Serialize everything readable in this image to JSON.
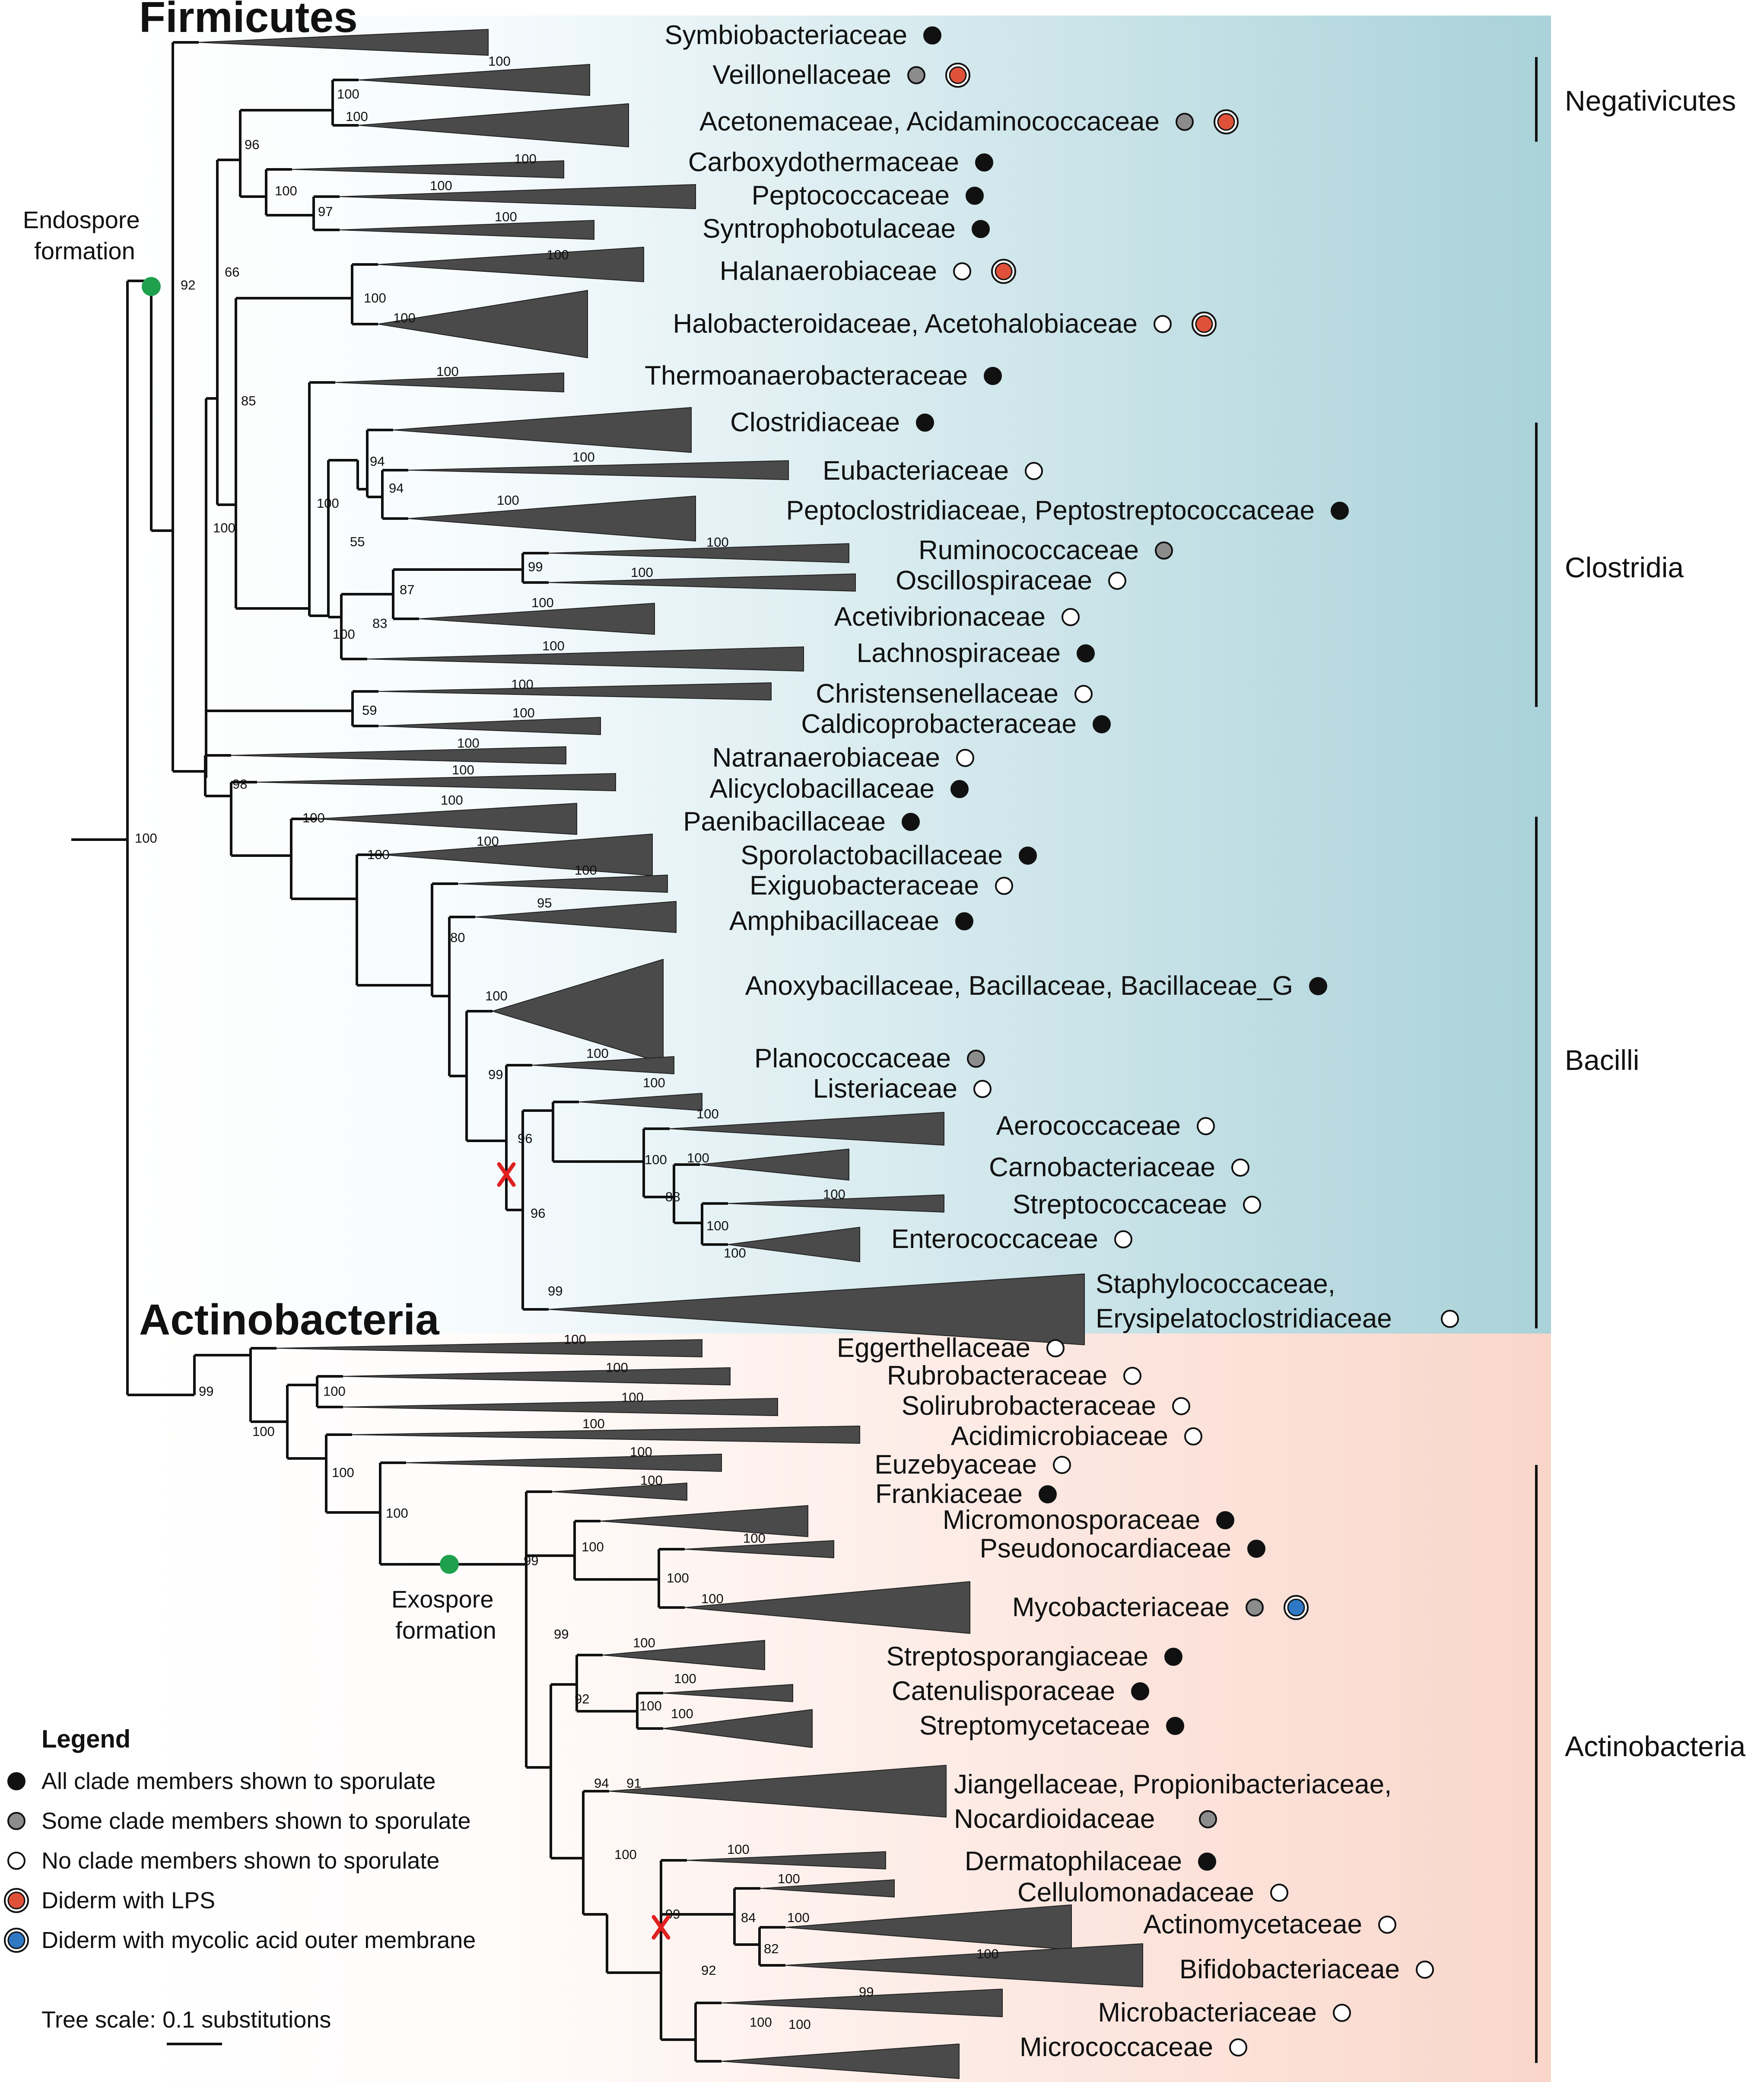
{
  "headings": {
    "firmicutes": "Firmicutes",
    "actinobacteria": "Actinobacteria"
  },
  "notes": {
    "endospore": [
      "Endospore",
      "formation"
    ],
    "exospore": [
      "Exospore",
      "formation"
    ]
  },
  "groups": {
    "negativicutes": "Negativicutes",
    "clostridia": "Clostridia",
    "bacilli": "Bacilli",
    "actinobacteria": "Actinobacteria"
  },
  "colors": {
    "all_sporulate": "#111111",
    "some_sporulate": "#8c8c8c",
    "no_sporulate": "#ffffff",
    "diderm_lps": "#e0513a",
    "diderm_mycolic": "#2f78c4",
    "spore_origin": "#1fa04d",
    "spore_loss": "#e02020",
    "firmicutes_band": "#a9d2d9",
    "actinobacteria_band": "#fadad0",
    "triangle": "#4a4a4a"
  },
  "legend": {
    "title": "Legend",
    "items": [
      {
        "kind": "all",
        "label": "All clade members shown to sporulate"
      },
      {
        "kind": "some",
        "label": "Some clade members shown to sporulate"
      },
      {
        "kind": "none",
        "label": "No clade members shown to sporulate"
      },
      {
        "kind": "lps",
        "label": "Diderm with LPS"
      },
      {
        "kind": "mycolic",
        "label": "Diderm with mycolic acid outer membrane"
      }
    ]
  },
  "scale": {
    "text": "Tree scale: ",
    "value": "0.1",
    "unit": " substitutions"
  },
  "taxa": [
    {
      "id": "symbio",
      "label": [
        "Symbiobacteriaceae"
      ],
      "sporulation": "all",
      "diderm": ""
    },
    {
      "id": "veillo",
      "label": [
        "Veillonellaceae"
      ],
      "sporulation": "some",
      "diderm": "lps"
    },
    {
      "id": "aceton",
      "label": [
        "Acetonemaceae, Acidaminococcaceae"
      ],
      "sporulation": "some",
      "diderm": "lps"
    },
    {
      "id": "carbox",
      "label": [
        "Carboxydothermaceae"
      ],
      "sporulation": "all",
      "diderm": ""
    },
    {
      "id": "peptococ",
      "label": [
        "Peptococcaceae"
      ],
      "sporulation": "all",
      "diderm": ""
    },
    {
      "id": "syntro",
      "label": [
        "Syntrophobotulaceae"
      ],
      "sporulation": "all",
      "diderm": ""
    },
    {
      "id": "halan",
      "label": [
        "Halanaerobiaceae"
      ],
      "sporulation": "none",
      "diderm": "lps"
    },
    {
      "id": "halob",
      "label": [
        "Halobacteroidaceae, Acetohalobiaceae"
      ],
      "sporulation": "none",
      "diderm": "lps"
    },
    {
      "id": "thermo",
      "label": [
        "Thermoanaerobacteraceae"
      ],
      "sporulation": "all",
      "diderm": ""
    },
    {
      "id": "clostr",
      "label": [
        "Clostridiaceae"
      ],
      "sporulation": "all",
      "diderm": ""
    },
    {
      "id": "eubact",
      "label": [
        "Eubacteriaceae"
      ],
      "sporulation": "none",
      "diderm": ""
    },
    {
      "id": "peptocl",
      "label": [
        "Peptoclostridiaceae, Peptostreptococcaceae"
      ],
      "sporulation": "all",
      "diderm": ""
    },
    {
      "id": "rumino",
      "label": [
        "Ruminococcaceae"
      ],
      "sporulation": "some",
      "diderm": ""
    },
    {
      "id": "oscill",
      "label": [
        "Oscillospiraceae"
      ],
      "sporulation": "none",
      "diderm": ""
    },
    {
      "id": "acetiv",
      "label": [
        "Acetivibrionaceae"
      ],
      "sporulation": "none",
      "diderm": ""
    },
    {
      "id": "lachno",
      "label": [
        "Lachnospiraceae"
      ],
      "sporulation": "all",
      "diderm": ""
    },
    {
      "id": "christ",
      "label": [
        "Christensenellaceae"
      ],
      "sporulation": "none",
      "diderm": ""
    },
    {
      "id": "caldic",
      "label": [
        "Caldicoprobacteraceae"
      ],
      "sporulation": "all",
      "diderm": ""
    },
    {
      "id": "natran",
      "label": [
        "Natranaerobiaceae"
      ],
      "sporulation": "none",
      "diderm": ""
    },
    {
      "id": "alicyc",
      "label": [
        "Alicyclobacillaceae"
      ],
      "sporulation": "all",
      "diderm": ""
    },
    {
      "id": "paenib",
      "label": [
        "Paenibacillaceae"
      ],
      "sporulation": "all",
      "diderm": ""
    },
    {
      "id": "sporol",
      "label": [
        "Sporolactobacillaceae"
      ],
      "sporulation": "all",
      "diderm": ""
    },
    {
      "id": "exiguo",
      "label": [
        "Exiguobacteraceae"
      ],
      "sporulation": "none",
      "diderm": ""
    },
    {
      "id": "amphib",
      "label": [
        "Amphibacillaceae"
      ],
      "sporulation": "all",
      "diderm": ""
    },
    {
      "id": "anoxyb",
      "label": [
        "Anoxybacillaceae, Bacillaceae, Bacillaceae_G"
      ],
      "sporulation": "all",
      "diderm": ""
    },
    {
      "id": "planoc",
      "label": [
        "Planococcaceae"
      ],
      "sporulation": "some",
      "diderm": ""
    },
    {
      "id": "lister",
      "label": [
        "Listeriaceae"
      ],
      "sporulation": "none",
      "diderm": ""
    },
    {
      "id": "aeroco",
      "label": [
        "Aerococcaceae"
      ],
      "sporulation": "none",
      "diderm": ""
    },
    {
      "id": "carnob",
      "label": [
        "Carnobacteriaceae"
      ],
      "sporulation": "none",
      "diderm": ""
    },
    {
      "id": "strepto",
      "label": [
        "Streptococcaceae"
      ],
      "sporulation": "none",
      "diderm": ""
    },
    {
      "id": "entero",
      "label": [
        "Enterococcaceae"
      ],
      "sporulation": "none",
      "diderm": ""
    },
    {
      "id": "staph",
      "label": [
        "Staphylococcaceae,",
        "Erysipelatoclostridiaceae"
      ],
      "sporulation": "none",
      "diderm": ""
    },
    {
      "id": "egger",
      "label": [
        "Eggerthellaceae"
      ],
      "sporulation": "none",
      "diderm": ""
    },
    {
      "id": "rubro",
      "label": [
        "Rubrobacteraceae"
      ],
      "sporulation": "none",
      "diderm": ""
    },
    {
      "id": "solir",
      "label": [
        "Solirubrobacteraceae"
      ],
      "sporulation": "none",
      "diderm": ""
    },
    {
      "id": "acidim",
      "label": [
        "Acidimicrobiaceae"
      ],
      "sporulation": "none",
      "diderm": ""
    },
    {
      "id": "euzeb",
      "label": [
        "Euzebyaceae"
      ],
      "sporulation": "none",
      "diderm": ""
    },
    {
      "id": "franki",
      "label": [
        "Frankiaceae"
      ],
      "sporulation": "all",
      "diderm": ""
    },
    {
      "id": "micromo",
      "label": [
        "Micromonosporaceae"
      ],
      "sporulation": "all",
      "diderm": ""
    },
    {
      "id": "pseudo",
      "label": [
        "Pseudonocardiaceae"
      ],
      "sporulation": "all",
      "diderm": ""
    },
    {
      "id": "mycob",
      "label": [
        "Mycobacteriaceae"
      ],
      "sporulation": "some",
      "diderm": "mycolic"
    },
    {
      "id": "streptosp",
      "label": [
        "Streptosporangiaceae"
      ],
      "sporulation": "all",
      "diderm": ""
    },
    {
      "id": "catenu",
      "label": [
        "Catenulisporaceae"
      ],
      "sporulation": "all",
      "diderm": ""
    },
    {
      "id": "streptom",
      "label": [
        "Streptomycetaceae"
      ],
      "sporulation": "all",
      "diderm": ""
    },
    {
      "id": "jiang",
      "label": [
        "Jiangellaceae, Propionibacteriaceae,",
        "Nocardioidaceae"
      ],
      "sporulation": "some",
      "diderm": ""
    },
    {
      "id": "dermat",
      "label": [
        "Dermatophilaceae"
      ],
      "sporulation": "all",
      "diderm": ""
    },
    {
      "id": "cellul",
      "label": [
        "Cellulomonadaceae"
      ],
      "sporulation": "none",
      "diderm": ""
    },
    {
      "id": "actino",
      "label": [
        "Actinomycetaceae"
      ],
      "sporulation": "none",
      "diderm": ""
    },
    {
      "id": "bifido",
      "label": [
        "Bifidobacteriaceae"
      ],
      "sporulation": "none",
      "diderm": ""
    },
    {
      "id": "microb",
      "label": [
        "Microbacteriaceae"
      ],
      "sporulation": "none",
      "diderm": ""
    },
    {
      "id": "microc",
      "label": [
        "Micrococcaceae"
      ],
      "sporulation": "none",
      "diderm": ""
    }
  ],
  "bootstrap": {
    "root": "100",
    "firm": "92",
    "actino_root": "99",
    "a66": "66",
    "a100b": "100",
    "a96": "96",
    "a100n": "100",
    "a100vei": "100",
    "a100ace": "100",
    "a100cpx": "100",
    "a100grp": "100",
    "a97": "97",
    "a100pcc": "100",
    "a100syn": "100",
    "a85": "85",
    "a100hal": "100",
    "a100han": "100",
    "a100hbc": "100",
    "a100the": "100",
    "a100cl": "100",
    "a55": "55",
    "a100cll": "100",
    "a94a": "94",
    "a94b": "94",
    "a100eub": "100",
    "a100pcl": "100",
    "a83": "83",
    "a87": "87",
    "a99r": "99",
    "a100rum": "100",
    "a100osc": "100",
    "a100ace2": "100",
    "a100lac": "100",
    "a59": "59",
    "a100chr": "100",
    "a100cal": "100",
    "a98": "98",
    "a100nat": "100",
    "a100ali": "100",
    "a100bac": "100",
    "a100pae": "100",
    "a100sl": "100",
    "a100spo": "100",
    "a100exi": "100",
    "a80": "80",
    "a95": "95",
    "a100anx": "100",
    "a99p": "99",
    "a100pla": "100",
    "a96s": "96",
    "a100lis": "100",
    "a96a": "96",
    "a100aer": "100",
    "a100car": "100",
    "a100crb": "100",
    "a88": "88",
    "a100str": "100",
    "a100ent": "100",
    "a100enc": "100",
    "a99sta": "99",
    "b100egg": "100",
    "b100": "100",
    "b100rub": "100",
    "b100sol": "100",
    "b100c": "100",
    "b100aci": "100",
    "b100d": "100",
    "b100euz": "100",
    "b99": "99",
    "b100fra": "100",
    "b100mic": "100",
    "b100e": "100",
    "b100pse": "100",
    "b100myc": "100",
    "b100myc2": "100",
    "b99b": "99",
    "b100sts": "100",
    "b92": "92",
    "b100cat": "100",
    "b100cat2": "100",
    "b100stm": "100",
    "b94": "94",
    "b91": "91",
    "b100der": "100",
    "b100f": "100",
    "b99c": "99",
    "b100cel": "100",
    "b84": "84",
    "b100act": "100",
    "b82": "82",
    "b100bif": "100",
    "b92b": "92",
    "b99mb": "99",
    "b100mc": "100",
    "b100mc2": "100"
  }
}
